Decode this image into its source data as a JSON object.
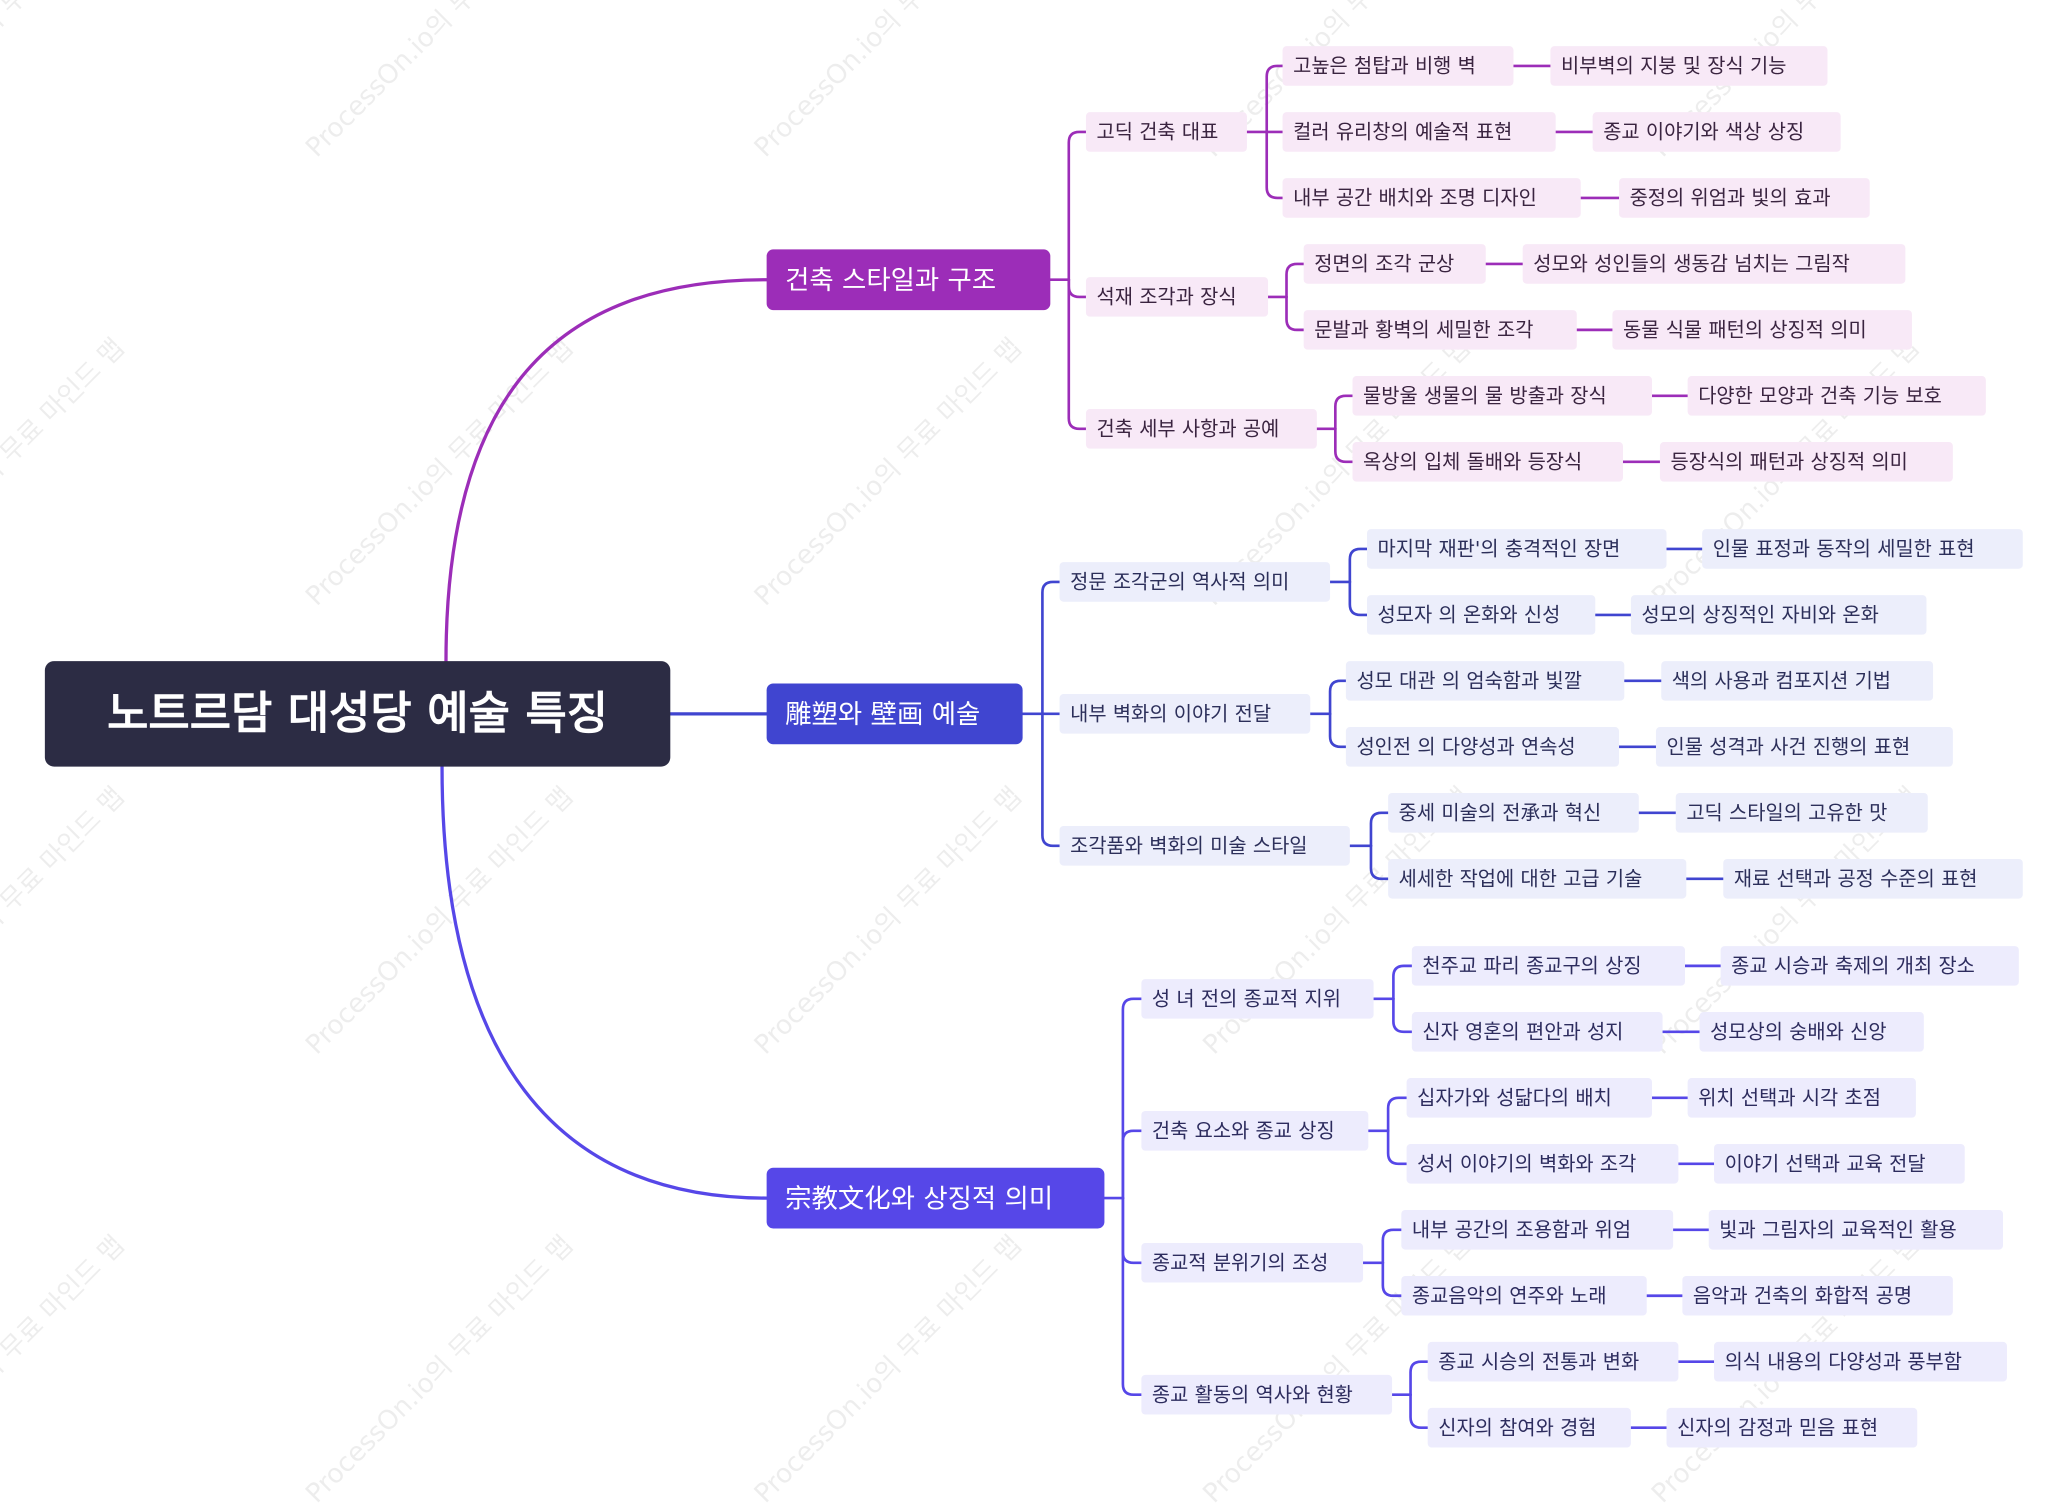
{
  "root": "노트르담 대성당 예술 특징",
  "watermark": "ProcessOn.io의 무료 마인드 맵",
  "colors": {
    "purple": "#9c2db8",
    "blue": "#4045d0",
    "violet": "#5647e8",
    "root": "#2c2c44"
  },
  "branches": [
    {
      "label": "건축 스타일과 구조",
      "children": [
        {
          "label": "고딕 건축 대표",
          "children": [
            {
              "label": "고높은 첨탑과 비행 벽",
              "child": "비부벽의 지붕 및 장식 기능"
            },
            {
              "label": "컬러 유리창의 예술적 표현",
              "child": "종교 이야기와 색상 상징"
            },
            {
              "label": "내부 공간 배치와 조명 디자인",
              "child": "중정의 위엄과 빛의 효과"
            }
          ]
        },
        {
          "label": "석재 조각과 장식",
          "children": [
            {
              "label": "정면의 조각 군상",
              "child": "성모와 성인들의 생동감 넘치는 그림작"
            },
            {
              "label": "문발과 황벽의 세밀한 조각",
              "child": "동물 식물 패턴의 상징적 의미"
            }
          ]
        },
        {
          "label": "건축 세부 사항과 공예",
          "children": [
            {
              "label": "물방울 생물의 물 방출과 장식",
              "child": "다양한 모양과 건축 기능 보호"
            },
            {
              "label": "옥상의 입체 돌배와 등장식",
              "child": "등장식의 패턴과 상징적 의미"
            }
          ]
        }
      ]
    },
    {
      "label": "雕塑와 壁画 예술",
      "children": [
        {
          "label": "정문 조각군의 역사적 의미",
          "children": [
            {
              "label": "마지막 재판'의 충격적인 장면",
              "child": "인물 표정과 동작의 세밀한 표현"
            },
            {
              "label": "성모자 의 온화와 신성",
              "child": "성모의 상징적인 자비와 온화"
            }
          ]
        },
        {
          "label": "내부 벽화의 이야기 전달",
          "children": [
            {
              "label": "성모 대관 의 엄숙함과 빛깔",
              "child": "색의 사용과 컴포지션 기법"
            },
            {
              "label": "성인전 의 다양성과 연속성",
              "child": "인물 성격과 사건 진행의 표현"
            }
          ]
        },
        {
          "label": "조각품와 벽화의 미술 스타일",
          "children": [
            {
              "label": "중세 미술의 전承과 혁신",
              "child": "고딕 스타일의 고유한 맛"
            },
            {
              "label": "세세한 작업에 대한 고급 기술",
              "child": "재료 선택과 공정 수준의 표현"
            }
          ]
        }
      ]
    },
    {
      "label": "宗教文化와 상징적 의미",
      "children": [
        {
          "label": "성 녀 전의 종교적 지위",
          "children": [
            {
              "label": "천주교 파리 종교구의 상징",
              "child": "종교 시승과 축제의 개최 장소"
            },
            {
              "label": "신자 영혼의 편안과 성지",
              "child": "성모상의 숭배와 신앙"
            }
          ]
        },
        {
          "label": "건축 요소와 종교 상징",
          "children": [
            {
              "label": "십자가와 성닮다의 배치",
              "child": "위치 선택과 시각 초점"
            },
            {
              "label": "성서 이야기의 벽화와 조각",
              "child": "이야기 선택과 교육 전달"
            }
          ]
        },
        {
          "label": "종교적 분위기의 조성",
          "children": [
            {
              "label": "내부 공간의 조용함과 위엄",
              "child": "빛과 그림자의 교육적인 활용"
            },
            {
              "label": "종교음악의 연주와 노래",
              "child": "음악과 건축의 화합적 공명"
            }
          ]
        },
        {
          "label": "종교 활동의 역사와 현황",
          "children": [
            {
              "label": "종교 시승의 전통과 변화",
              "child": "의식 내용의 다양성과 풍부함"
            },
            {
              "label": "신자의 참여와 경험",
              "child": "신자의 감정과 믿음 표현"
            }
          ]
        }
      ]
    }
  ]
}
